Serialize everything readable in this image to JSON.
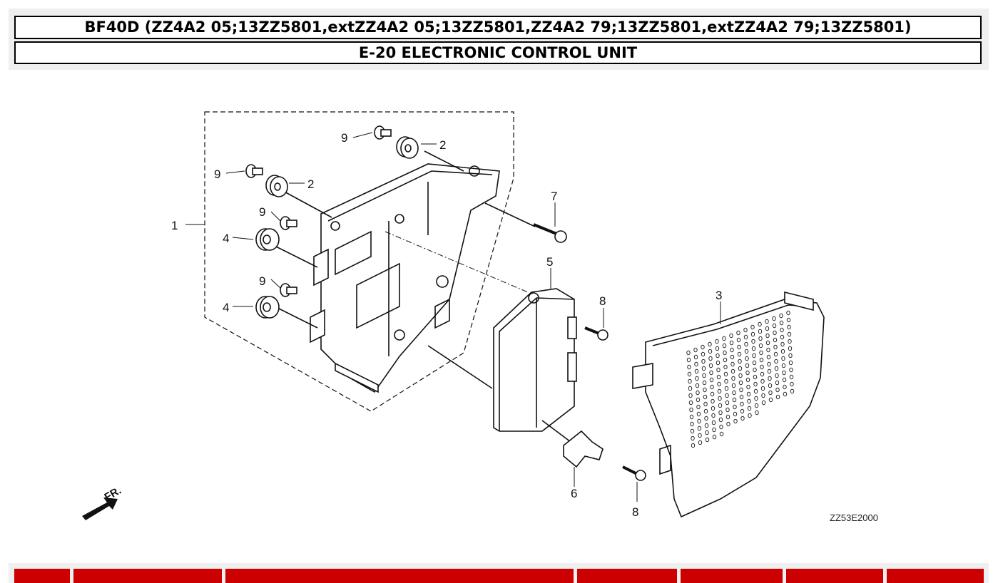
{
  "header": {
    "model": "BF40D (ZZ4A2 05;13ZZ5801,extZZ4A2 05;13ZZ5801,ZZ4A2 79;13ZZ5801,extZZ4A2 79;13ZZ5801)",
    "section": "E-20 ELECTRONIC CONTROL UNIT"
  },
  "diagram": {
    "code": "ZZ53E2000",
    "direction": "FR.",
    "callouts": [
      "1",
      "2",
      "2",
      "3",
      "4",
      "4",
      "5",
      "6",
      "7",
      "8",
      "8",
      "9",
      "9",
      "9",
      "9"
    ]
  },
  "table": {
    "colors": {
      "header_bg": "#cc0000",
      "header_text": "#ffffff"
    },
    "headers": [
      "",
      "",
      "",
      "",
      "",
      "",
      ""
    ]
  }
}
